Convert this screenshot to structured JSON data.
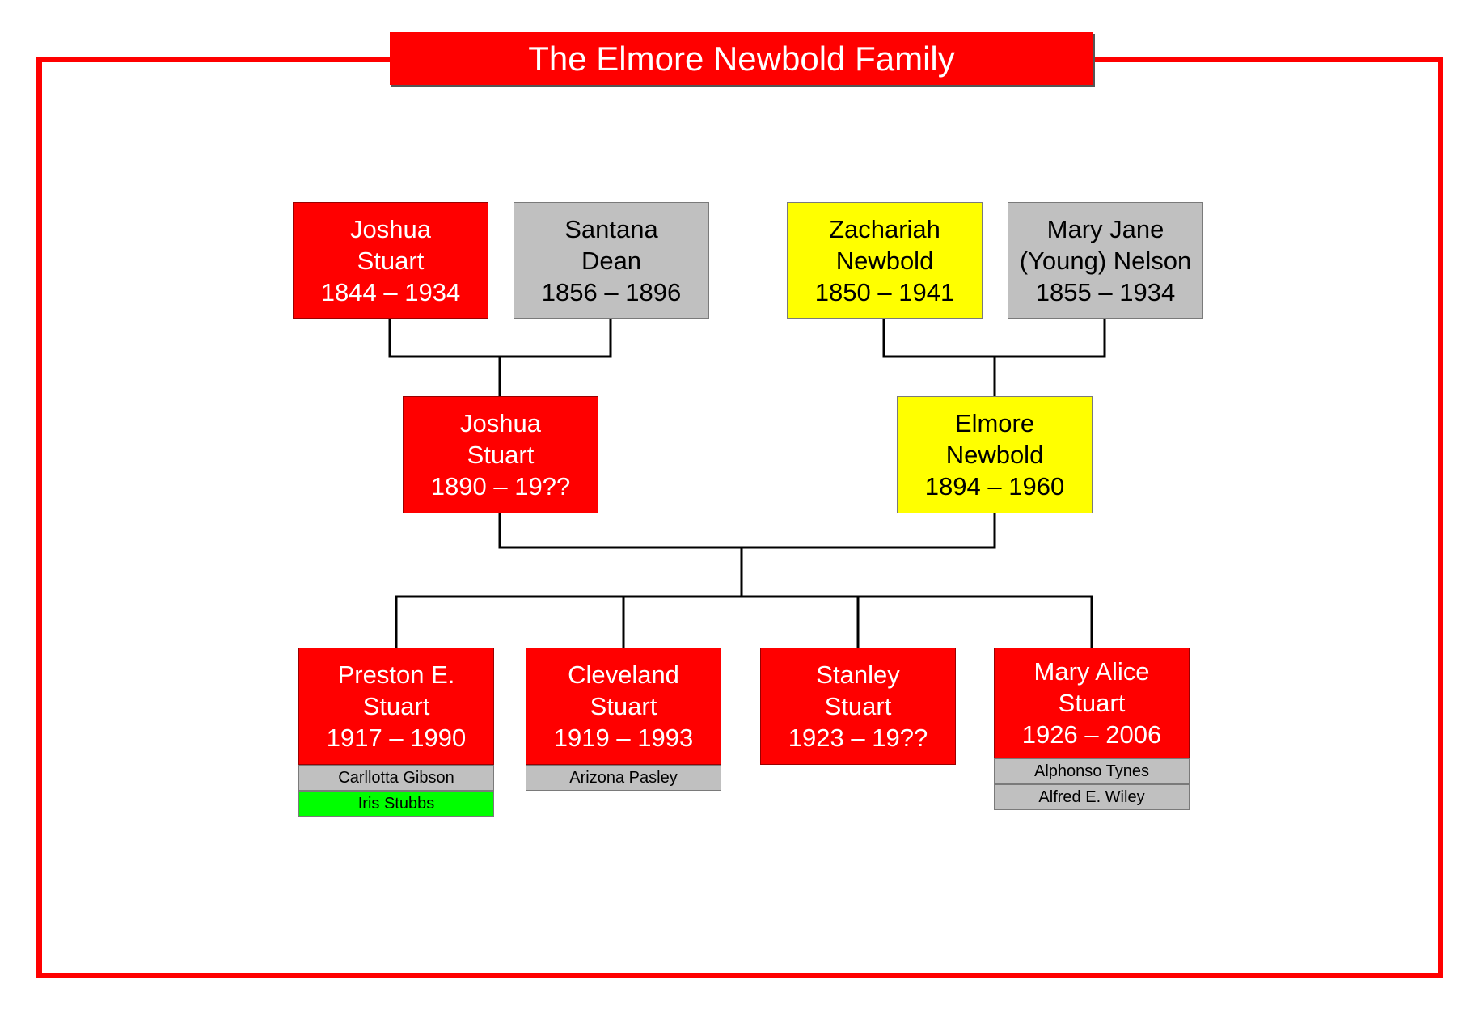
{
  "title": "The Elmore Newbold Family",
  "colors": {
    "frame": "#ff0000",
    "red": "#ff0000",
    "gray": "#c0c0c0",
    "yellow": "#ffff00",
    "green": "#00ff00"
  },
  "grandparents": [
    {
      "first": "Joshua",
      "last": "Stuart",
      "years": "1844 – 1934",
      "color": "red"
    },
    {
      "first": "Santana",
      "last": "Dean",
      "years": "1856 – 1896",
      "color": "gray"
    },
    {
      "first": "Zachariah",
      "last": "Newbold",
      "years": "1850 – 1941",
      "color": "yellow"
    },
    {
      "first": "Mary Jane",
      "last": "(Young) Nelson",
      "years": "1855 – 1934",
      "color": "gray"
    }
  ],
  "parents": [
    {
      "first": "Joshua",
      "last": "Stuart",
      "years": "1890 – 19??",
      "color": "red"
    },
    {
      "first": "Elmore",
      "last": "Newbold",
      "years": "1894 – 1960",
      "color": "yellow"
    }
  ],
  "children": [
    {
      "first": "Preston E.",
      "last": "Stuart",
      "years": "1917 – 1990",
      "spouses": [
        "Carllotta Gibson",
        "Iris Stubbs"
      ]
    },
    {
      "first": "Cleveland",
      "last": "Stuart",
      "years": "1919 – 1993",
      "spouses": [
        "Arizona Pasley"
      ]
    },
    {
      "first": "Stanley",
      "last": "Stuart",
      "years": "1923 – 19??",
      "spouses": []
    },
    {
      "first": "Mary Alice",
      "last": "Stuart",
      "years": "1926 – 2006",
      "spouses": [
        "Alphonso Tynes",
        "Alfred E. Wiley"
      ]
    }
  ]
}
